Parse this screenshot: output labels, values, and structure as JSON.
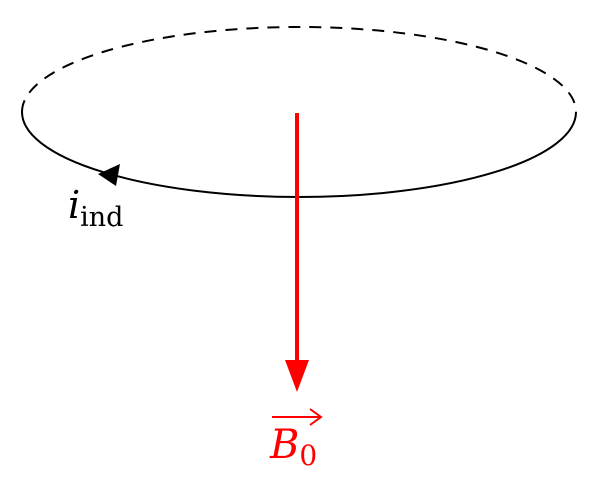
{
  "diagram": {
    "current_label": {
      "symbol": "i",
      "subscript": "ind"
    },
    "field_label": {
      "symbol": "B",
      "subscript": "0",
      "vector_arrow": true
    },
    "colors": {
      "loop": "#000000",
      "field": "#ff0000"
    }
  }
}
